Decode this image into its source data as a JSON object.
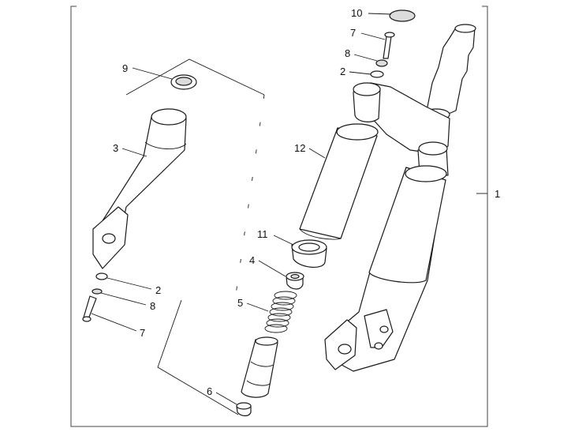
{
  "callouts": {
    "c1": "1",
    "c2a": "2",
    "c2b": "2",
    "c3": "3",
    "c4": "4",
    "c5": "5",
    "c6": "6",
    "c7a": "7",
    "c7b": "7",
    "c8a": "8",
    "c8b": "8",
    "c9": "9",
    "c10": "10",
    "c11": "11",
    "c12": "12"
  },
  "colors": {
    "line": "#1a1a1a",
    "shade": "#dcdcdc",
    "background": "#ffffff"
  }
}
